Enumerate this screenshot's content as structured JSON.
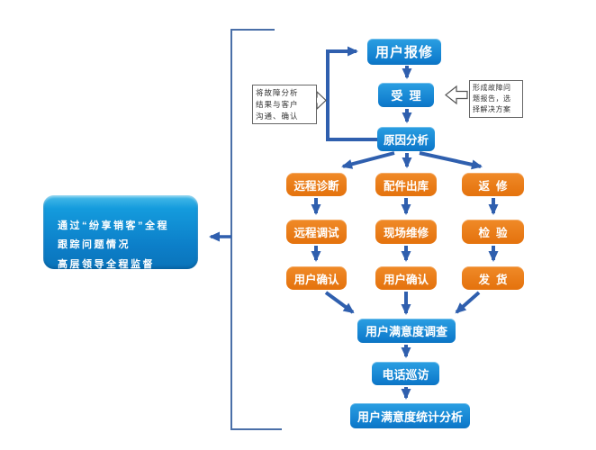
{
  "diagram": {
    "title_implicit": "售后报修服务流程图",
    "colors": {
      "process_blue": "#117ecd",
      "process_orange": "#e8781a",
      "arrow_blue": "#2f5fae",
      "bracket_blue": "#4a6fa8",
      "panel_blue": "#0c7ec8"
    },
    "nodes": {
      "user_report": "用户报修",
      "accept": "受  理",
      "cause_analysis": "原因分析",
      "remote_diagnosis": "远程诊断",
      "parts_outbound": "配件出库",
      "return_repair": "返  修",
      "remote_debug": "远程调试",
      "onsite_repair": "现场维修",
      "inspection": "检  验",
      "user_confirm_1": "用户确认",
      "user_confirm_2": "用户确认",
      "shipping": "发  货",
      "satisfaction_survey": "用户满意度调查",
      "phone_visit": "电话巡访",
      "satisfaction_analysis": "用户满意度统计分析"
    },
    "notes": {
      "left": [
        "将故障分析",
        "结果与客户",
        "沟通、确认"
      ],
      "right": [
        "形成故障问",
        "题报告，选",
        "择解决方案"
      ]
    },
    "side_panel": {
      "lines": [
        "通过“纷享销客”全程",
        "跟踪问题情况",
        "高层领导全程监督"
      ]
    }
  }
}
